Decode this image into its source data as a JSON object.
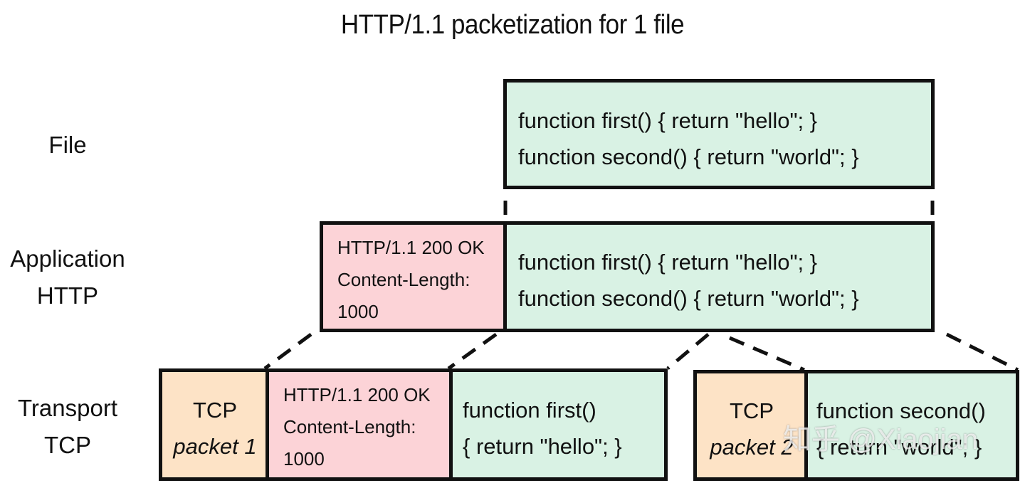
{
  "title": "HTTP/1.1 packetization for 1 file",
  "layers": {
    "file": "File",
    "application": [
      "Application",
      "HTTP"
    ],
    "transport": [
      "Transport",
      "TCP"
    ]
  },
  "file_box": {
    "lines": [
      "function first() { return \"hello\"; }",
      "function second() { return \"world\"; }"
    ]
  },
  "http_box": {
    "header_lines": [
      "HTTP/1.1 200 OK",
      "Content-Length:",
      "1000"
    ],
    "body_lines": [
      "function first() { return \"hello\"; }",
      "function second() { return \"world\"; }"
    ]
  },
  "tcp_packet_1": {
    "label": "TCP",
    "name": "packet 1",
    "header_lines": [
      "HTTP/1.1 200 OK",
      "Content-Length:",
      "1000"
    ],
    "body_lines": [
      "function first()",
      "{ return \"hello\"; }"
    ]
  },
  "tcp_packet_2": {
    "label": "TCP",
    "name": "packet 2",
    "body_lines": [
      "function second()",
      "{ return \"world\"; }"
    ]
  },
  "watermark": "知乎 @Xiaojian",
  "colors": {
    "green": "#d9f2e4",
    "pink": "#fcd3d7",
    "orange": "#fde3c6",
    "stroke": "#111111"
  }
}
